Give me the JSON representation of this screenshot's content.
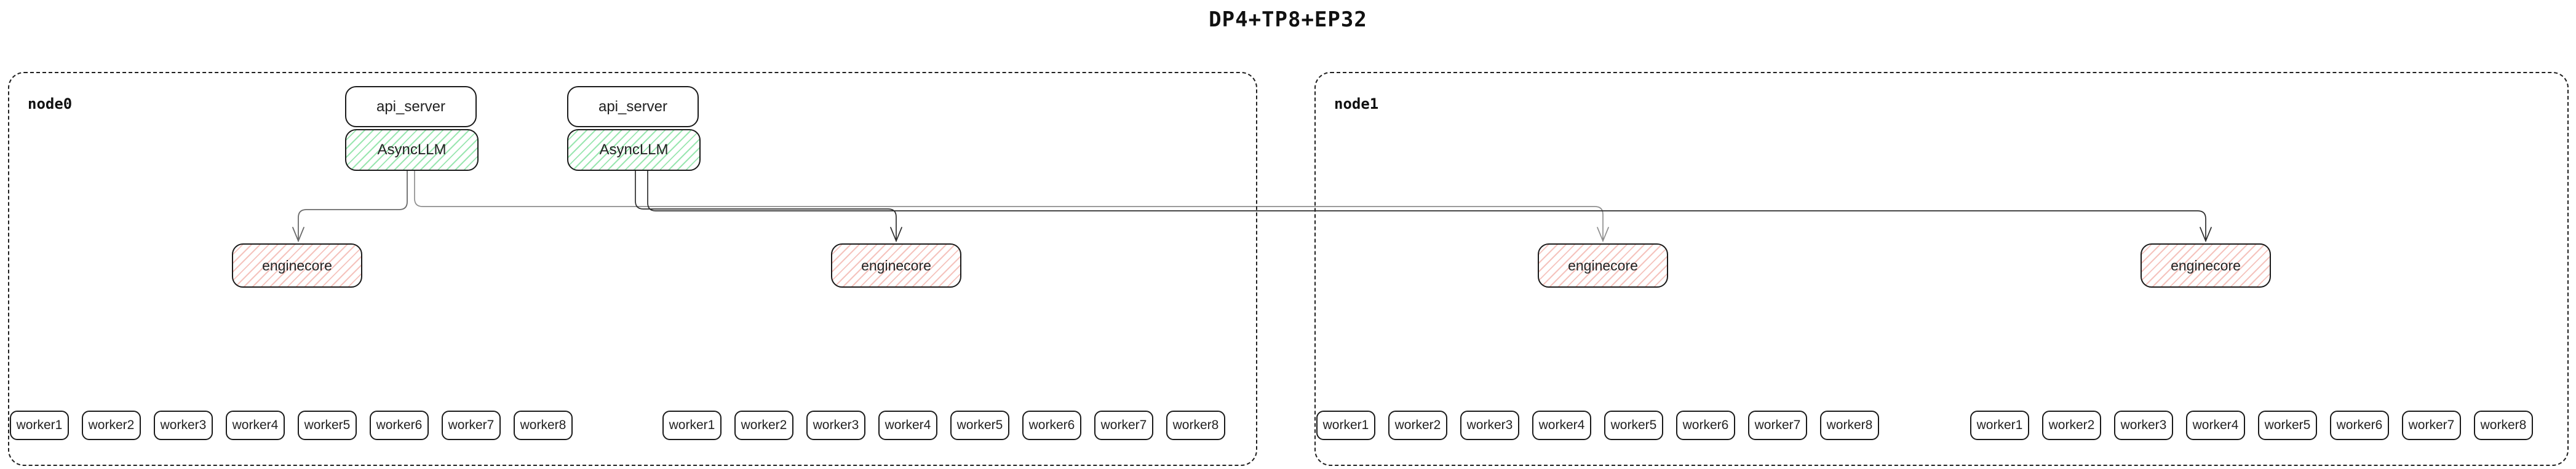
{
  "title": "DP4+TP8+EP32",
  "colors": {
    "box_border": "#1a1a1a",
    "asyncllm_hatch_green": "#9ae6b0",
    "enginecore_hatch_pink": "#f5c3bd",
    "edge_gray": "#8f8f8f",
    "edge_dark": "#2d2d2d"
  },
  "nodes": [
    {
      "label": "node0",
      "servers": [
        {
          "api_server": "api_server",
          "asyncllm": "AsyncLLM"
        },
        {
          "api_server": "api_server",
          "asyncllm": "AsyncLLM"
        }
      ],
      "enginecores": [
        "enginecore",
        "enginecore"
      ],
      "worker_groups": [
        [
          "worker1",
          "worker2",
          "worker3",
          "worker4",
          "worker5",
          "worker6",
          "worker7",
          "worker8"
        ],
        [
          "worker1",
          "worker2",
          "worker3",
          "worker4",
          "worker5",
          "worker6",
          "worker7",
          "worker8"
        ]
      ]
    },
    {
      "label": "node1",
      "enginecores": [
        "enginecore",
        "enginecore"
      ],
      "worker_groups": [
        [
          "worker1",
          "worker2",
          "worker3",
          "worker4",
          "worker5",
          "worker6",
          "worker7",
          "worker8"
        ],
        [
          "worker1",
          "worker2",
          "worker3",
          "worker4",
          "worker5",
          "worker6",
          "worker7",
          "worker8"
        ]
      ]
    }
  ]
}
